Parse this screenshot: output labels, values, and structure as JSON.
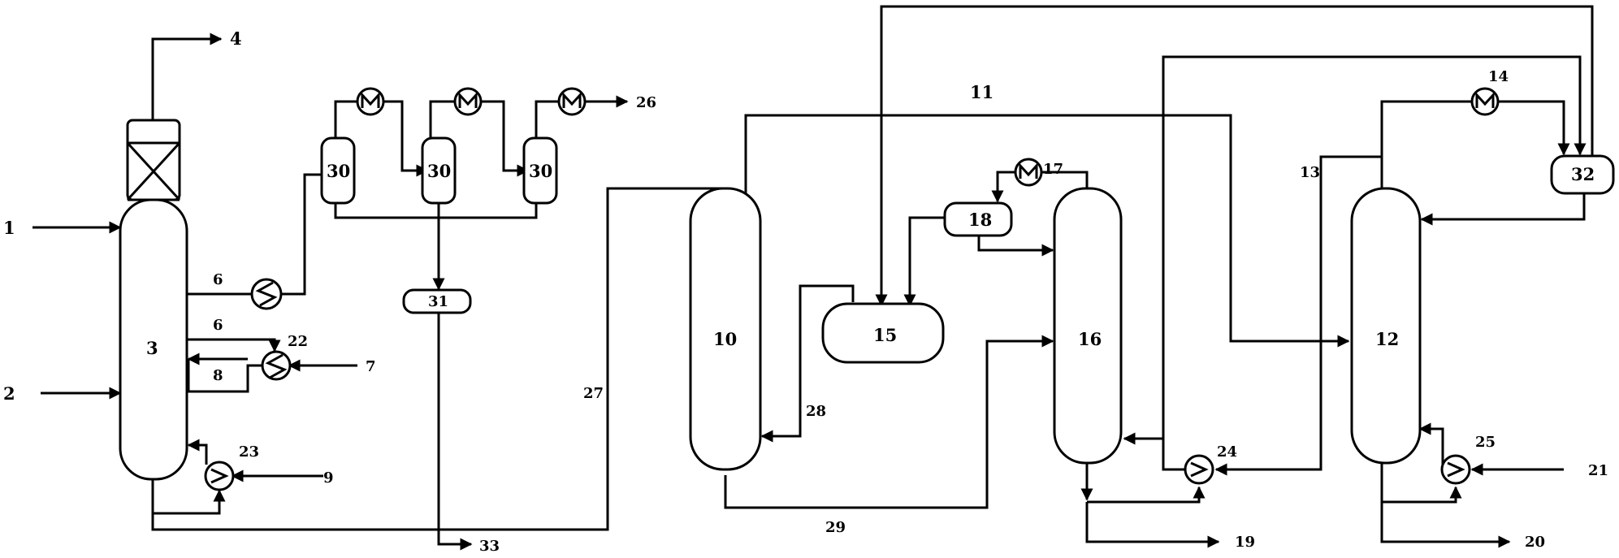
{
  "labels": {
    "s1": "1",
    "s2": "2",
    "s3": "3",
    "s4": "4",
    "s6a": "6",
    "s6b": "6",
    "s7": "7",
    "s8": "8",
    "s9": "9",
    "s10": "10",
    "s11": "11",
    "s12": "12",
    "s13": "13",
    "s14": "14",
    "s15": "15",
    "s16": "16",
    "s17": "17",
    "s18": "18",
    "s19": "19",
    "s20": "20",
    "s21": "21",
    "s22": "22",
    "s23": "23",
    "s24": "24",
    "s25": "25",
    "s26": "26",
    "s27": "27",
    "s28": "28",
    "s29": "29",
    "s30a": "30",
    "s30b": "30",
    "s30c": "30",
    "s31": "31",
    "s32": "32",
    "s33": "33"
  }
}
